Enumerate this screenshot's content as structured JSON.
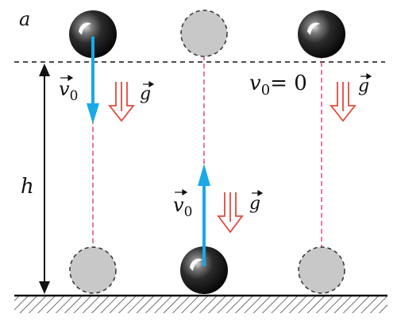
{
  "panel_label": "a",
  "height_label": "h",
  "v0_text": "v",
  "v0_sub": "0",
  "g_text": "g",
  "v0_zero_equation": "v",
  "v0_zero_sub": "0",
  "v0_zero_value": "= 0",
  "colors": {
    "velocity_arrow": "#19a9e6",
    "gravity_arrow": "#e24a3c",
    "trajectory": "#e4458f",
    "ghost_ball": "#c8c8c8",
    "ball_dark": "#111111",
    "ground": "#222222"
  }
}
